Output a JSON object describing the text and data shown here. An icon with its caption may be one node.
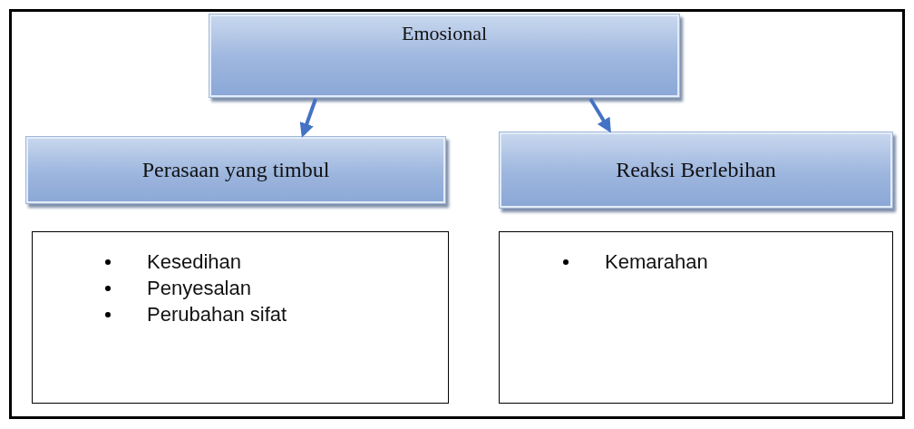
{
  "diagram": {
    "nodes": [
      {
        "text": [
          "Emosional"
        ]
      },
      {
        "text": [
          "Perasaan yang timbul"
        ]
      },
      {
        "text": [
          "Reaksi Berlebihan"
        ]
      },
      {
        "text": [
          "Kesedihan",
          "Penyesalan",
          "Perubahan sifat"
        ]
      },
      {
        "text": [
          "Kemarahan"
        ]
      }
    ],
    "edges": [
      {
        "from": 0,
        "to": 1,
        "arrow": "to"
      },
      {
        "from": 0,
        "to": 2,
        "arrow": "to"
      }
    ]
  }
}
